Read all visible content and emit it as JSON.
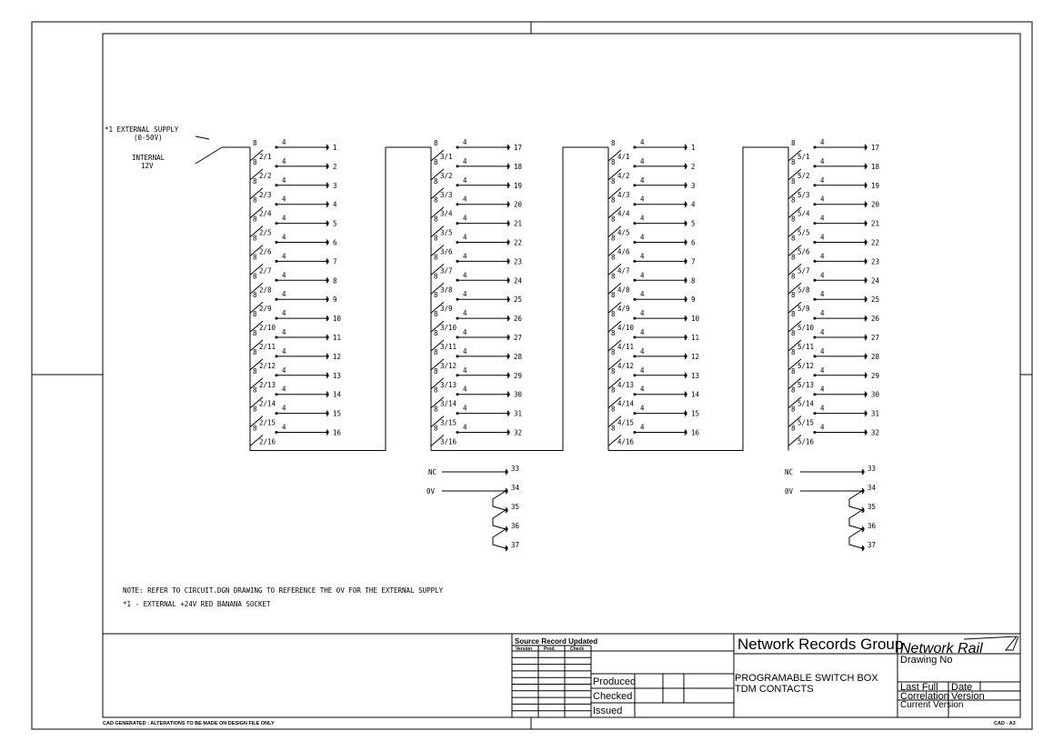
{
  "supply": {
    "external": "*1 EXTERNAL SUPPLY",
    "external_range": "(0-50V)",
    "internal": "INTERNAL",
    "internal_voltage": "12V"
  },
  "contact": {
    "common_label": "8",
    "contact_label": "4"
  },
  "groups": [
    {
      "card": "2",
      "start_terminal": 1
    },
    {
      "card": "3",
      "start_terminal": 17
    },
    {
      "card": "4",
      "start_terminal": 1
    },
    {
      "card": "5",
      "start_terminal": 17
    }
  ],
  "aux_terminals": {
    "nc_label": "NC",
    "zero_v_label": "0V",
    "terminals": [
      "33",
      "34",
      "35",
      "36",
      "37"
    ]
  },
  "notes": {
    "line1": "NOTE: REFER TO CIRCUIT.DGN DRAWING TO REFERENCE THE 0V FOR THE EXTERNAL SUPPLY",
    "line2": "*1  -  EXTERNAL +24V RED BANANA SOCKET"
  },
  "title_block": {
    "source_record": "Source Record Updated",
    "col_version": "Version",
    "col_prod": "Prod.",
    "col_check": "Check",
    "produced": "Produced",
    "checked": "Checked",
    "issued": "Issued",
    "org": "Network Records Group",
    "logo": "Network Rail",
    "drawing_no": "Drawing No",
    "title_line1": "PROGRAMABLE SWITCH BOX",
    "title_line2": "TDM CONTACTS",
    "last_full": "Last Full",
    "correlation": "Correlation",
    "date": "Date",
    "version": "Version",
    "current_version": "Current Version"
  },
  "footer": {
    "left": "CAD GENERATED : ALTERATIONS TO BE MADE ON DESIGN FILE ONLY",
    "right": "CAD - A3"
  }
}
